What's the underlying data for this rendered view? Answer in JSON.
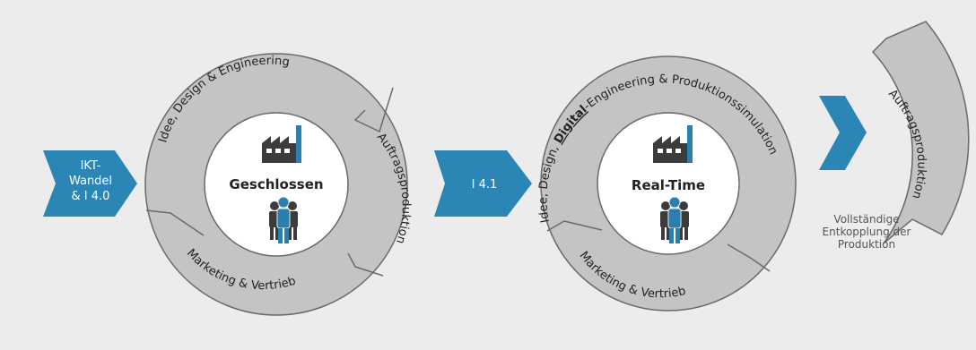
{
  "colors": {
    "background": "#ececec",
    "ring": "#c4c4c4",
    "ring_stroke": "#6a6a6a",
    "arrow_blue": "#2b86b5",
    "icon_dark": "#3c3c3c",
    "icon_blue": "#2a7fae",
    "hub": "#ffffff"
  },
  "left_arrow": {
    "label_line1": "IKT-",
    "label_line2": "Wandel",
    "label_line3": "& I 4.0"
  },
  "cycle_left": {
    "center_label": "Geschlossen",
    "top_label": "Idee, Design & Engineering",
    "right_label": "Auftragsproduktion",
    "bottom_label": "Marketing & Vertrieb",
    "icons": [
      "factory-icon",
      "people-icon"
    ]
  },
  "middle_arrow": {
    "label": "I 4.1"
  },
  "cycle_right": {
    "center_label": "Real-Time",
    "top_label_prefix": "Idee, Design, ",
    "top_label_emphasis": "Digital",
    "top_label_suffix": "-Engineering & Produktionssimulation",
    "bottom_label": "Marketing & Vertrieb",
    "icons": [
      "factory-icon",
      "people-icon"
    ]
  },
  "detached": {
    "label": "Auftragsproduktion",
    "note_line1": "Vollständige",
    "note_line2": "Entkopplung der",
    "note_line3": "Produktion"
  }
}
